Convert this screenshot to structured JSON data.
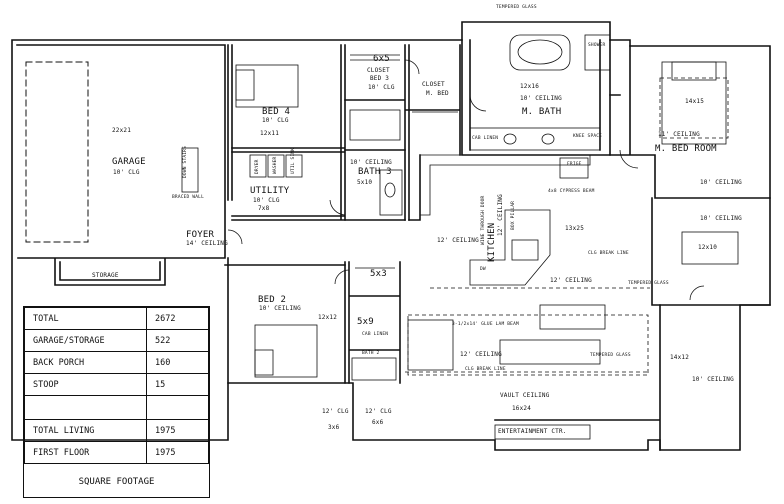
{
  "labels": {
    "tempered_glass_top": "TEMPERED GLASS",
    "shower": "SHOWER",
    "closet_bed3_size": "6x5",
    "closet_bed3_name": "CLOSET",
    "closet_bed3_sub": "BED 3",
    "closet_bed3_clg": "10' CLG",
    "closet_mbed_name": "CLOSET",
    "closet_mbed_sub": "M. BED",
    "mbath_size": "12x16",
    "mbath_clg": "10' CEILING",
    "mbath_name": "M. BATH",
    "mbed_size": "14x15",
    "mbed_clg": "11' CEILING",
    "mbed_name": "M. BED ROOM",
    "bed4_name": "BED 4",
    "bed4_clg": "10' CLG",
    "bed4_size": "12x11",
    "garage_size": "22x21",
    "garage_name": "GARAGE",
    "garage_clg": "10' CLG",
    "bath3_clg": "10' CEILING",
    "bath3_name": "BATH 3",
    "bath3_size": "5x10",
    "utility_name": "UTILITY",
    "utility_clg": "10' CLG",
    "utility_size": "7x8",
    "braced_wall": "BRACED WALL",
    "down_stairs": "DOWN STAIRS",
    "dryer": "DRYER",
    "washer": "WASHER",
    "util_sink": "UTIL SINK",
    "foyer_name": "FOYER",
    "foyer_clg": "14' CEILING",
    "storage": "STORAGE",
    "kitchen_name": "KITCHEN",
    "kitchen_clg": "12' CEILING",
    "kitchen_size": "13x25",
    "main_clg": "12' CEILING",
    "cab_linen": "CAB LINEN",
    "knee_space": "KNEE SPACE",
    "frig": "FRIGE",
    "cypress_beam": "4x8 CYPRESS BEAM",
    "wine_cooler": "WINE THROUGH DOOR",
    "box_pillar": "BOX PILLAR",
    "right_clg": "10' CEILING",
    "dining_clg": "10' CEILING",
    "dining_size": "12x10",
    "clg_break_line_1": "CLG BREAK LINE",
    "tempered_glass_right": "TEMPERED GLASS",
    "dw": "DW",
    "center_clg": "12' CEILING",
    "bed2_name": "BED 2",
    "bed2_clg": "10' CEILING",
    "bed2_size": "12x12",
    "closet_bed2_size": "5x3",
    "bath2_size": "5x9",
    "bath2_label": "BATH 2",
    "cab_linen_2": "CAB LINEN",
    "glu_lam": "3-1/2x14' GLUE LAM BEAM",
    "great_clg": "12' CEILING",
    "tempered_glass_mid": "TEMPERED GLASS",
    "clg_break_line_2": "CLG BREAK LINE",
    "vault_clg": "VAULT CEILING",
    "great_size": "16x24",
    "porch_size": "14x12",
    "porch_clg": "10' CEILING",
    "entertainment": "ENTERTAINMENT CTR.",
    "closet_a_clg": "12' CLG",
    "closet_a_size": "3x6",
    "closet_b_clg": "12' CLG",
    "closet_b_size": "6x6"
  },
  "square_footage": {
    "rows": [
      {
        "label": "TOTAL",
        "value": "2672"
      },
      {
        "label": "GARAGE/STORAGE",
        "value": "522"
      },
      {
        "label": "BACK PORCH",
        "value": "160"
      },
      {
        "label": "STOOP",
        "value": "15"
      },
      {
        "label": "",
        "value": ""
      },
      {
        "label": "TOTAL LIVING",
        "value": "1975"
      },
      {
        "label": "FIRST FLOOR",
        "value": "1975"
      }
    ],
    "caption": "SQUARE FOOTAGE"
  }
}
